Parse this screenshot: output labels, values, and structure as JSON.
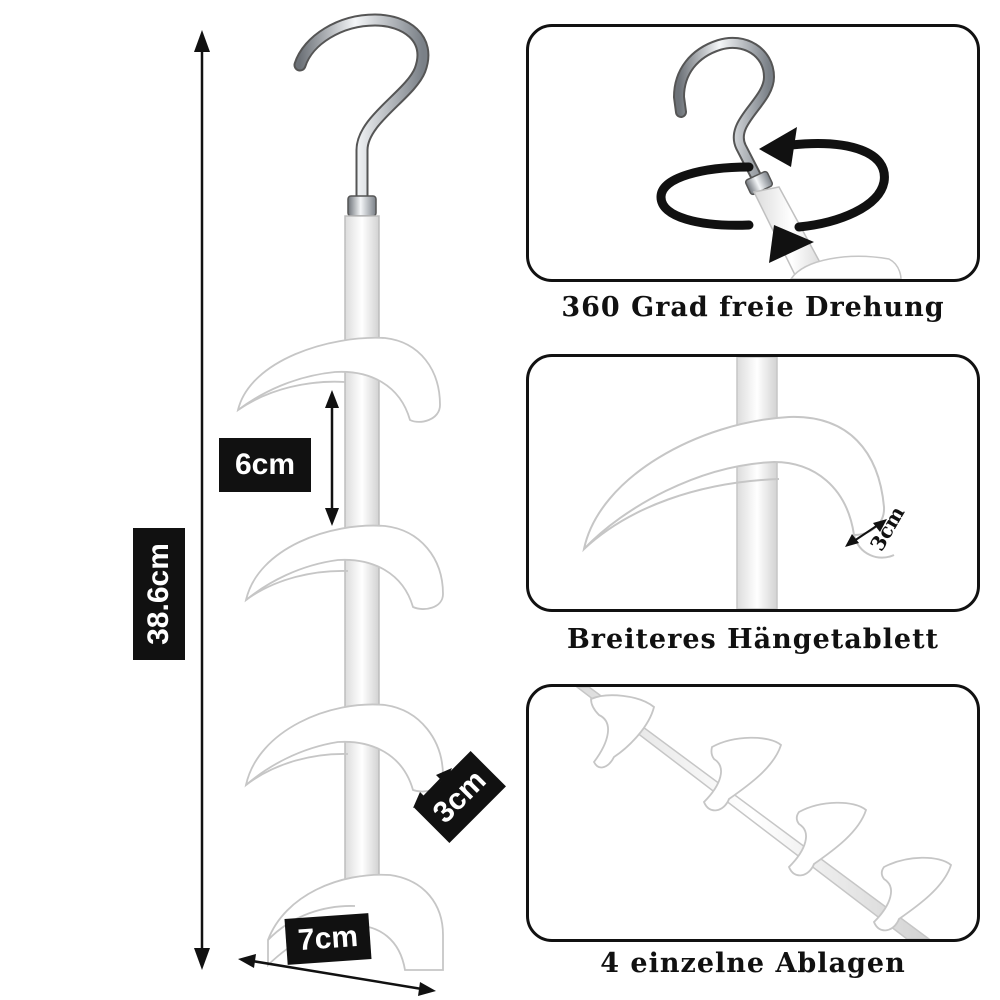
{
  "dimensions": {
    "total_height": "38.6cm",
    "tray_spacing": "6cm",
    "tray_depth": "3cm",
    "tray_width": "7cm"
  },
  "panels": [
    {
      "caption": "360 Grad freie Drehung"
    },
    {
      "caption": "Breiteres Hängetablett",
      "detail_label": "3cm"
    },
    {
      "caption": "4 einzelne Ablagen"
    }
  ],
  "colors": {
    "label_background": "#111111",
    "label_text": "#ffffff",
    "product": "#ffffff",
    "hook_metal": "#b8bcc2"
  }
}
